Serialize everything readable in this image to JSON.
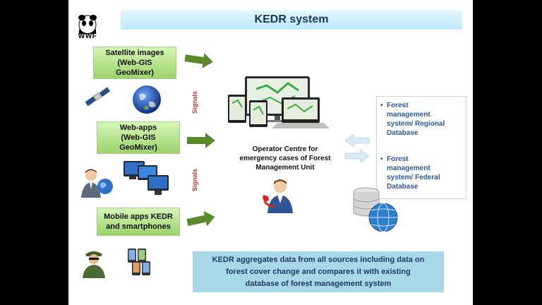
{
  "title": "KEDR system",
  "logo": {
    "text": "WWF"
  },
  "sources": [
    {
      "label_lines": [
        "Satellite images",
        "(Web-GIS",
        "GeoMixer)"
      ]
    },
    {
      "label_lines": [
        "Web-apps",
        "(Web-GIS",
        "GeoMixer)"
      ]
    },
    {
      "label_lines": [
        "Mobile apps KEDR",
        "and smartphones"
      ]
    }
  ],
  "signals_label": "Signals",
  "operator_centre": [
    "Operator Centre for",
    "emergency cases of Forest",
    "Management Unit"
  ],
  "databases": [
    {
      "lines": [
        "Forest",
        "management",
        "system/ Regional",
        "Database"
      ]
    },
    {
      "lines": [
        "Forest",
        "management",
        "system/ Federal",
        "Database"
      ]
    }
  ],
  "summary_lines": [
    "KEDR aggregates data from all sources including data on",
    "forest cover change and compares it with existing",
    "database of forest management system"
  ],
  "colors": {
    "accent": "#16365c",
    "signals": "#c0392b",
    "arrow_green": "#5b8a2e",
    "box_green": "#9bd36a",
    "summary_bg": "#a8d7e8"
  }
}
